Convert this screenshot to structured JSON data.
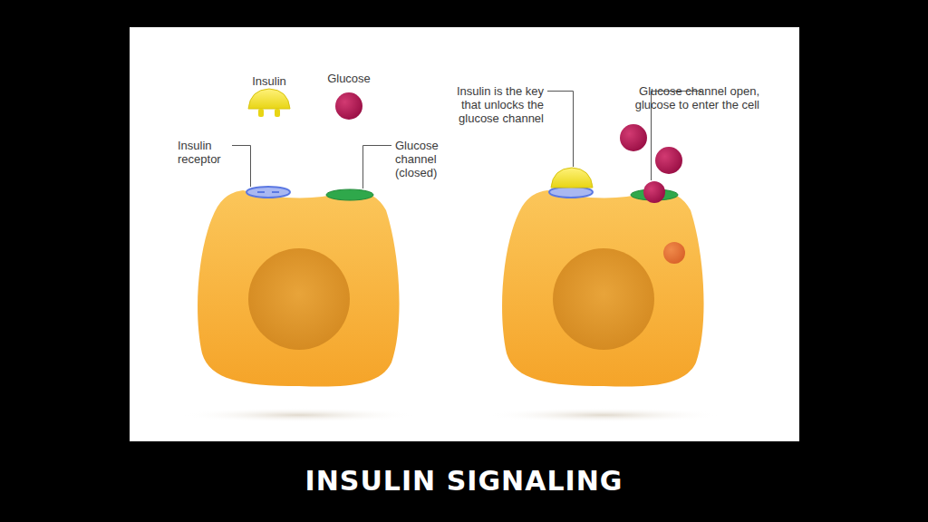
{
  "diagram": {
    "caption": "INSULIN SIGNALING",
    "labels": [
      "Insulin",
      "Glucose",
      "Insulin receptor",
      "Glucose channel (closed)",
      "Insulin is the key that unlocks the glucose channel",
      "Glucose channel open, glucose to enter the cell"
    ]
  }
}
